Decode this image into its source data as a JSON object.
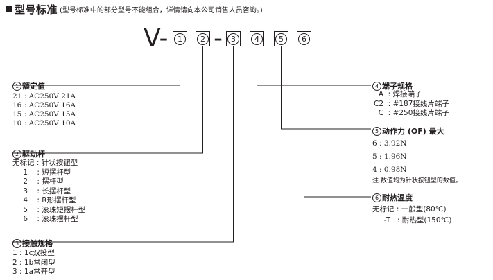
{
  "title": {
    "main": "型号标准",
    "note": "(型号标准中的部分型号不能组合，详情请向本公司销售人员咨询。)"
  },
  "part_number": {
    "prefix": "V-",
    "dash": "-",
    "slots": [
      "1",
      "2",
      "3",
      "4",
      "5",
      "6"
    ]
  },
  "sections": {
    "rated": {
      "num": "1",
      "title": "额定值",
      "rows": [
        "21 : AC250V 21A",
        "16 : AC250V 16A",
        "15 : AC250V 15A",
        "10 : AC250V 10A"
      ]
    },
    "actuator": {
      "num": "2",
      "title": "驱动杆",
      "rows": [
        {
          "code": "无标记",
          "desc": "针状按钮型"
        },
        {
          "code": "1",
          "desc": "短摆杆型"
        },
        {
          "code": "2",
          "desc": "摆杆型"
        },
        {
          "code": "3",
          "desc": "长摆杆型"
        },
        {
          "code": "4",
          "desc": "R形摆杆型"
        },
        {
          "code": "5",
          "desc": "滚珠短摆杆型"
        },
        {
          "code": "6",
          "desc": "滚珠摆杆型"
        }
      ]
    },
    "contact": {
      "num": "3",
      "title": "接触规格",
      "rows": [
        "1 : 1c双投型",
        "2 : 1b常闭型",
        "3 : 1a常开型"
      ]
    },
    "terminal": {
      "num": "4",
      "title": "端子规格",
      "rows": [
        {
          "code": "A",
          "desc": "焊接端子"
        },
        {
          "code": "C2",
          "desc": "#187接线片端子"
        },
        {
          "code": "C",
          "desc": "#250接线片端子"
        }
      ]
    },
    "force": {
      "num": "5",
      "title": "动作力 (OF) 最大",
      "rows": [
        "6 : 3.92N",
        "5 : 1.96N",
        "4 : 0.98N"
      ],
      "note": "注.数值均为针状按钮型的数值。"
    },
    "heat": {
      "num": "6",
      "title": "耐热温度",
      "rows": [
        {
          "code": "无标记",
          "desc": "一般型(80℃)"
        },
        {
          "code": "-T",
          "desc": "耐热型(150℃)"
        }
      ]
    }
  }
}
